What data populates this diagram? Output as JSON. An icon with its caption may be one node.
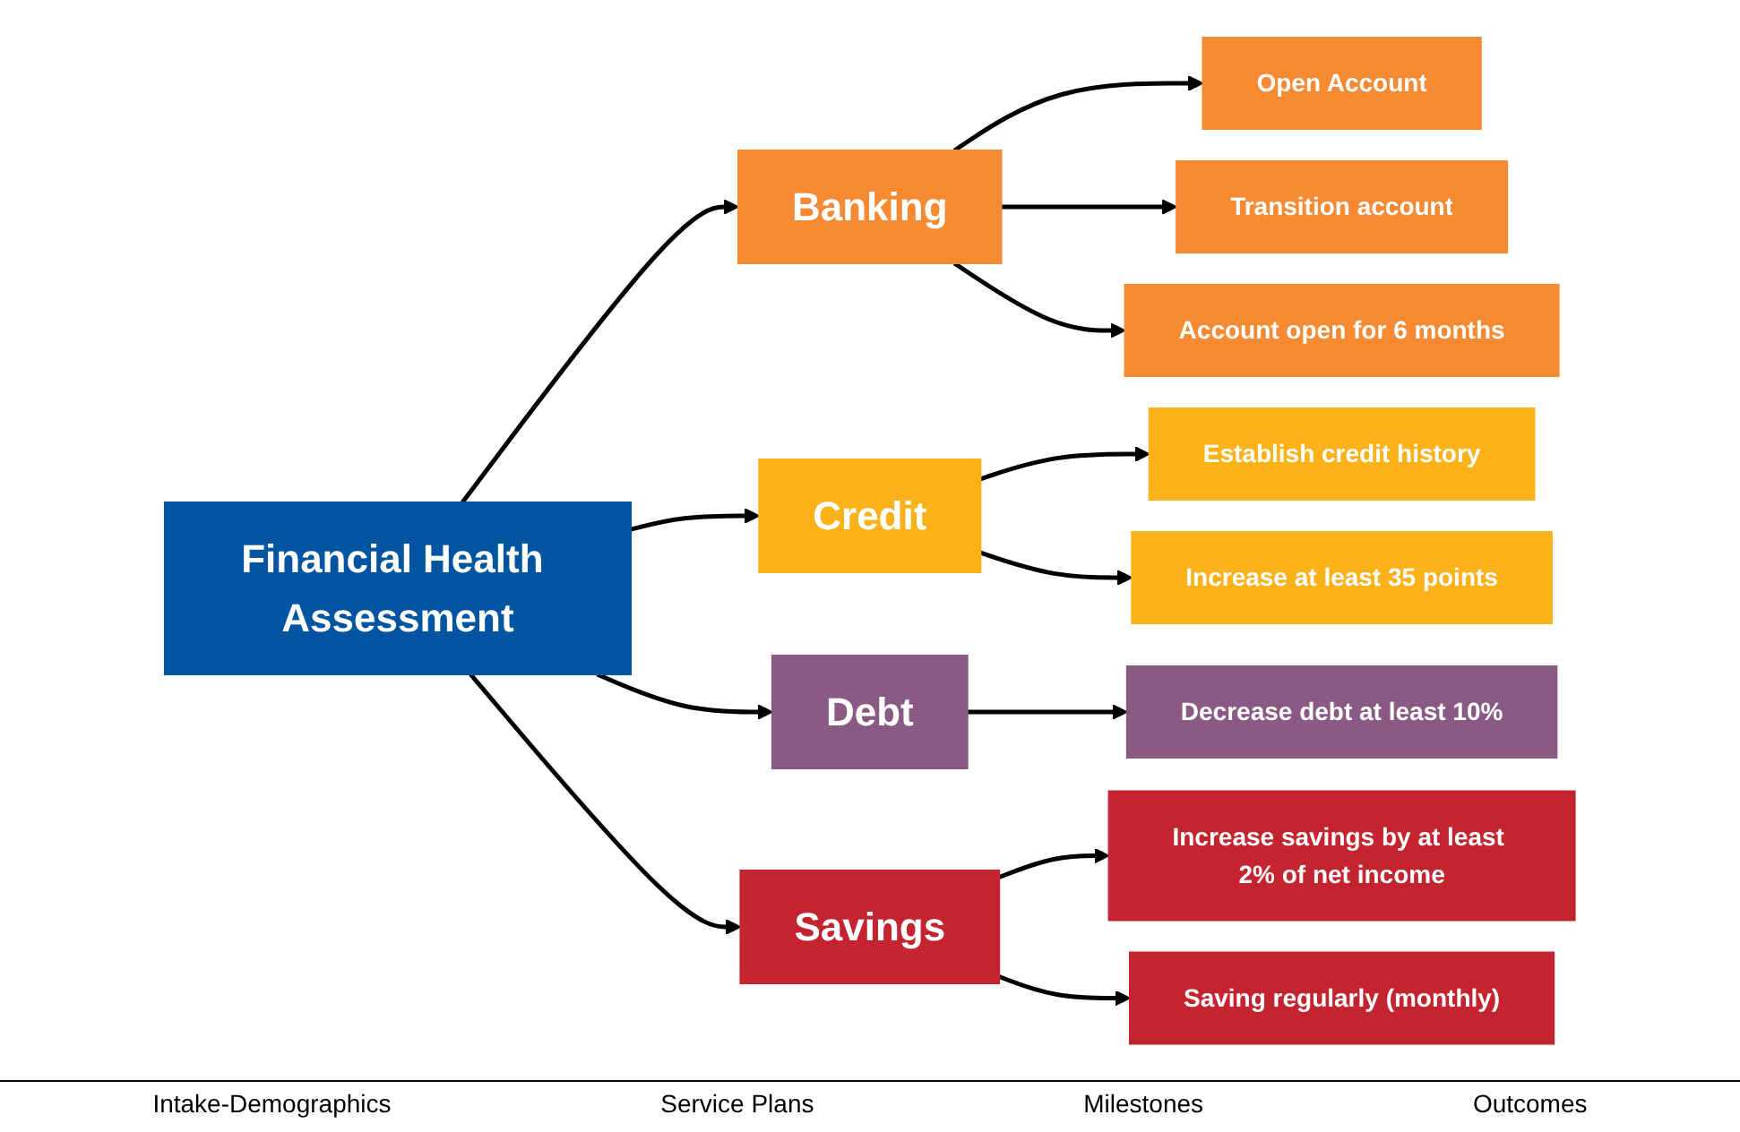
{
  "diagram": {
    "nodes": [
      {
        "text": [
          "Financial Health Assessment"
        ]
      },
      {
        "text": [
          "Banking"
        ]
      },
      {
        "text": [
          "Credit"
        ]
      },
      {
        "text": [
          "Debt"
        ]
      },
      {
        "text": [
          "Savings"
        ]
      },
      {
        "text": [
          "Open Account"
        ]
      },
      {
        "text": [
          "Transition account"
        ]
      },
      {
        "text": [
          "Account open for 6 months"
        ]
      },
      {
        "text": [
          "Establish credit history"
        ]
      },
      {
        "text": [
          "Increase at least 35 points"
        ]
      },
      {
        "text": [
          "Decrease debt at least 10%"
        ]
      },
      {
        "text": [
          "Increase savings by at least 2% of net income"
        ]
      },
      {
        "text": [
          "Saving regularly (monthly)"
        ]
      }
    ],
    "edges": [
      {
        "from": 0,
        "to": 1,
        "arrow": "to"
      },
      {
        "from": 0,
        "to": 2,
        "arrow": "to"
      },
      {
        "from": 0,
        "to": 3,
        "arrow": "to"
      },
      {
        "from": 0,
        "to": 4,
        "arrow": "to"
      },
      {
        "from": 1,
        "to": 5,
        "arrow": "to"
      },
      {
        "from": 1,
        "to": 6,
        "arrow": "to"
      },
      {
        "from": 1,
        "to": 7,
        "arrow": "to"
      },
      {
        "from": 2,
        "to": 8,
        "arrow": "to"
      },
      {
        "from": 2,
        "to": 9,
        "arrow": "to"
      },
      {
        "from": 3,
        "to": 10,
        "arrow": "to"
      },
      {
        "from": 4,
        "to": 11,
        "arrow": "to"
      },
      {
        "from": 4,
        "to": 12,
        "arrow": "to"
      }
    ],
    "labels": [
      "Intake-Demographics",
      "Service Plans",
      "Milestones",
      "Outcomes"
    ]
  }
}
